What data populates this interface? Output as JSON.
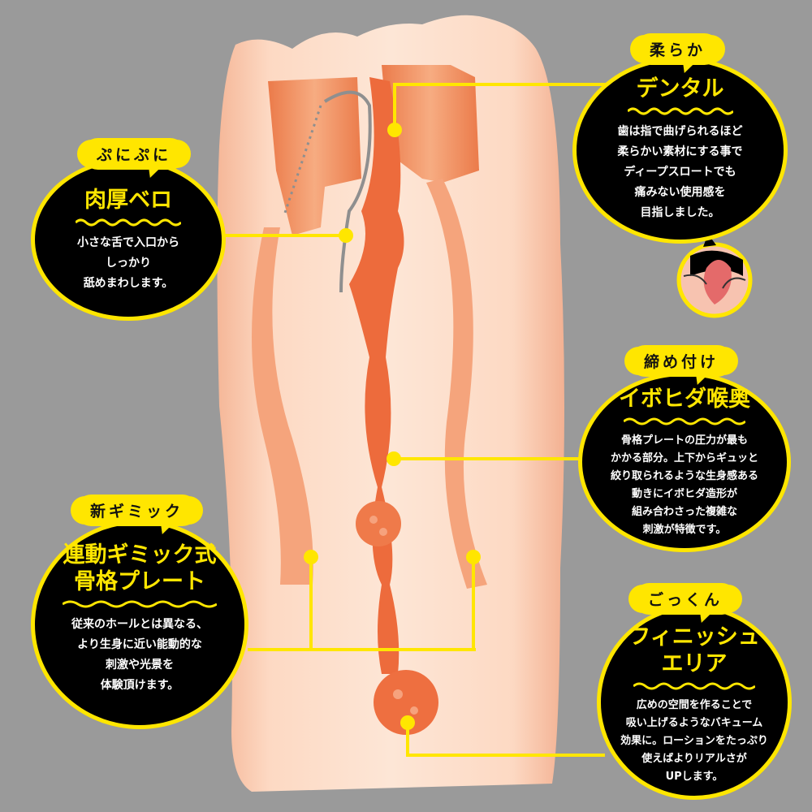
{
  "colors": {
    "background": "#9a9a9a",
    "accent": "#ffe600",
    "bubble": "#000000",
    "skin": "#fcd9c4",
    "inner": "#f07a45"
  },
  "callouts": [
    {
      "id": "punipuni",
      "tag": "ぷにぷに",
      "title": [
        "肉厚ベロ"
      ],
      "body": [
        "小さな舌で入口から",
        "しっかり",
        "舐めまわします。"
      ]
    },
    {
      "id": "yawaraka",
      "tag": "柔らか",
      "title": [
        "デンタル"
      ],
      "body": [
        "歯は指で曲げられるほど",
        "柔らかい素材にする事で",
        "ディープスロートでも",
        "痛みない使用感を",
        "目指しました。"
      ]
    },
    {
      "id": "shimetsuke",
      "tag": "締め付け",
      "title": [
        "イボヒダ喉奥"
      ],
      "body": [
        "骨格プレートの圧力が最も",
        "かかる部分。上下からギュッと",
        "絞り取られるような生身感ある",
        "動きにイボヒダ造形が",
        "組み合わさった複雑な",
        "刺激が特徴です。"
      ]
    },
    {
      "id": "shingimmick",
      "tag": "新ギミック",
      "title": [
        "連動ギミック式",
        "骨格プレート"
      ],
      "body": [
        "従来のホールとは異なる、",
        "より生身に近い能動的な",
        "刺激や光景を",
        "体験頂けます。"
      ]
    },
    {
      "id": "gokkun",
      "tag": "ごっくん",
      "title": [
        "フィニッシュ",
        "エリア"
      ],
      "body": [
        "広めの空間を作ることで",
        "吸い上げるようなバキューム",
        "効果に。ローションをたっぷり",
        "使えばよりリアルさが",
        "UPします。"
      ]
    }
  ]
}
